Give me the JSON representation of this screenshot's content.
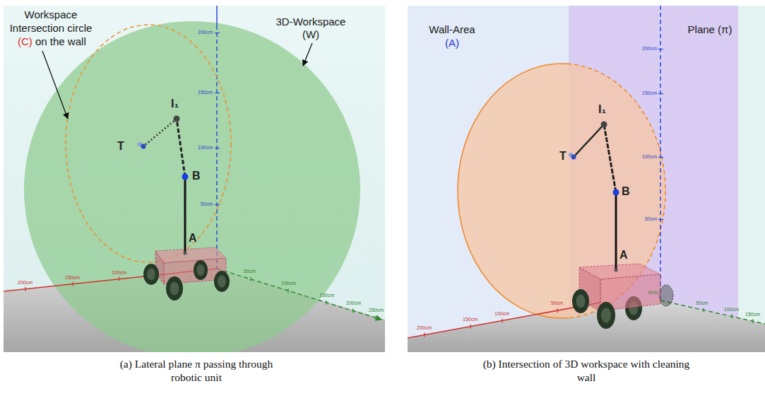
{
  "diagram": {
    "labels": [
      "Workspace Intersection circle",
      "(C)",
      "on the wall",
      "3D-Workspace",
      "(W)",
      "I₁",
      "T",
      "B",
      "A",
      "200cm",
      "150cm",
      "100cm",
      "50cm",
      "200cm",
      "150cm",
      "100cm",
      "50cm",
      "100cm",
      "150cm",
      "200cm",
      "250cm",
      "Wall-Area",
      "(A)",
      "Plane (π)",
      "I₁",
      "T",
      "B",
      "A",
      "200cm",
      "150cm",
      "100cm",
      "50cm",
      "200cm",
      "150cm",
      "100cm",
      "50cm",
      "0cm",
      "50cm",
      "100cm",
      "150cm",
      "(a) Lateral plane π passing through robotic unit",
      "(b) Intersection of 3D workspace with cleaning wall"
    ]
  }
}
